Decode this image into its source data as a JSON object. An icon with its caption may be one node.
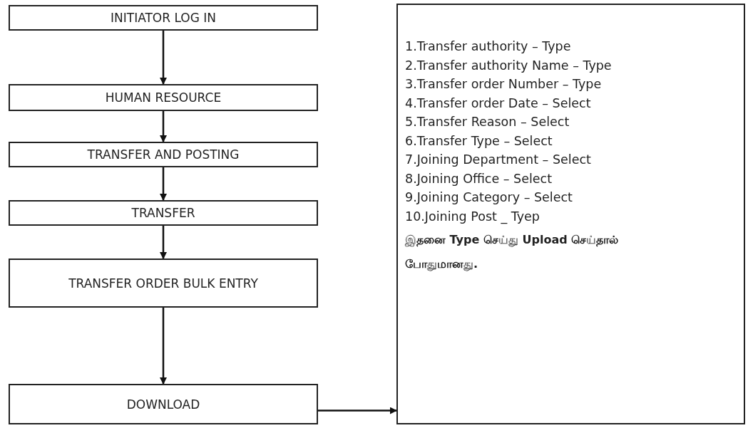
{
  "diagram": {
    "nodes": [
      {
        "text": [
          "INITIATOR LOG IN"
        ]
      },
      {
        "text": [
          "HUMAN RESOURCE"
        ]
      },
      {
        "text": [
          "TRANSFER AND POSTING"
        ]
      },
      {
        "text": [
          "TRANSFER"
        ]
      },
      {
        "text": [
          "TRANSFER ORDER BULK ENTRY"
        ]
      },
      {
        "text": [
          "DOWNLOAD"
        ]
      },
      {
        "text": [
          "1.Transfer authority – Type",
          "2.Transfer authority Name – Type",
          "3.Transfer order Number – Type",
          "4.Transfer order Date – Select",
          "5.Transfer Reason – Select",
          "6.Transfer Type – Select",
          "7.Joining Department – Select",
          "8.Joining Office – Select",
          "9.Joining Category – Select",
          "10.Joining Post _ Tyep",
          "இதனை Type செய்து Upload செய்தால் போதுமானது."
        ]
      }
    ],
    "edges": [
      {
        "from": 0,
        "to": 1,
        "arrow": "to"
      },
      {
        "from": 1,
        "to": 2,
        "arrow": "to"
      },
      {
        "from": 2,
        "to": 3,
        "arrow": "to"
      },
      {
        "from": 3,
        "to": 4,
        "arrow": "to"
      },
      {
        "from": 4,
        "to": 5,
        "arrow": "to"
      },
      {
        "from": 5,
        "to": 6,
        "arrow": "to"
      }
    ]
  }
}
